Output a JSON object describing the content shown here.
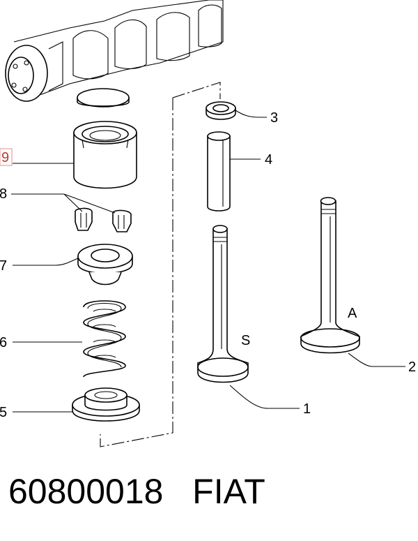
{
  "callouts": {
    "c1": "1",
    "c2": "2",
    "c3": "3",
    "c4": "4",
    "c5": "5",
    "c6": "6",
    "c7": "7",
    "c8": "8",
    "c9": "9"
  },
  "valve_labels": {
    "intake": "A",
    "exhaust": "S"
  },
  "colors": {
    "highlight_box": "#e8a0a0",
    "highlight_text": "#c0392b",
    "line": "#000000"
  },
  "footer": {
    "part_number": "60800018",
    "brand": "FIAT"
  }
}
